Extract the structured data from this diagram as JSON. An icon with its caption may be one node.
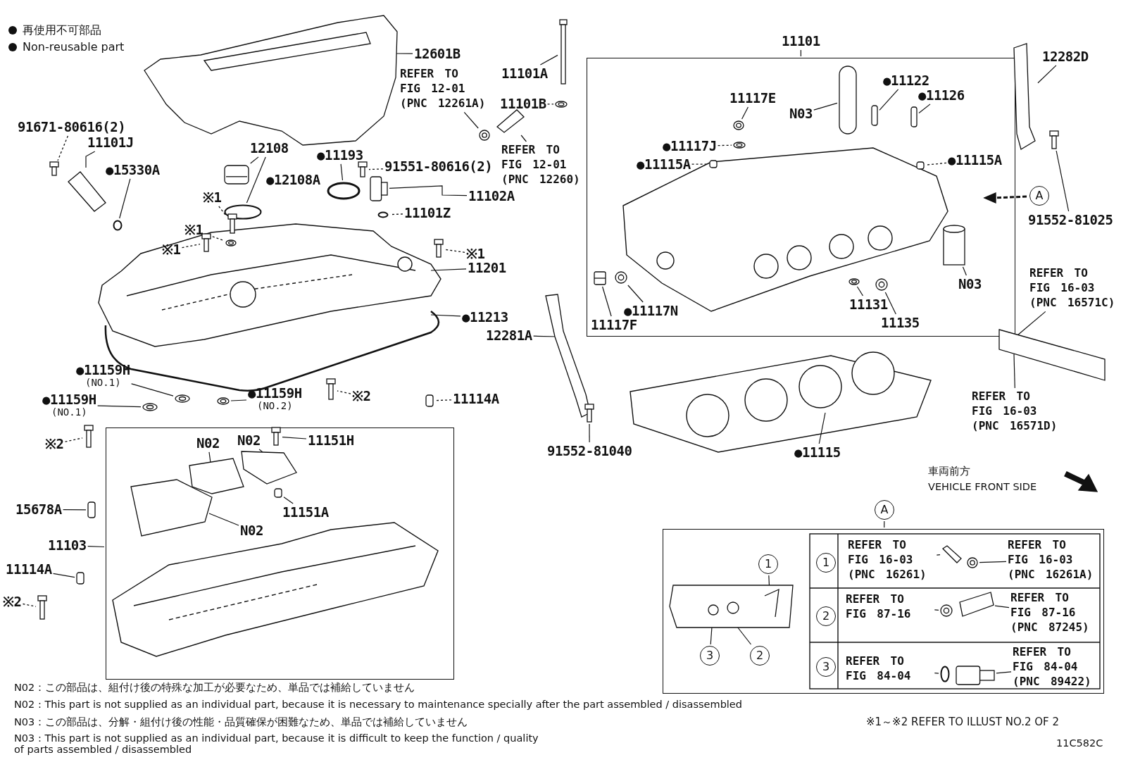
{
  "diagram": {
    "nodes": [
      {
        "text": [
          "12601B"
        ]
      },
      {
        "text": [
          "REFER TO FIG 12-01 (PNC 12261A)"
        ]
      },
      {
        "text": [
          "11101A"
        ]
      },
      {
        "text": [
          "11101B"
        ]
      },
      {
        "text": [
          "REFER TO FIG 12-01 (PNC 12260)"
        ]
      },
      {
        "text": [
          "91671-80616(2)"
        ]
      },
      {
        "text": [
          "11101J"
        ]
      },
      {
        "text": [
          "●15330A"
        ]
      },
      {
        "text": [
          "12108"
        ]
      },
      {
        "text": [
          "●12108A"
        ]
      },
      {
        "text": [
          "●11193"
        ]
      },
      {
        "text": [
          "91551-80616(2)"
        ]
      },
      {
        "text": [
          "11102A"
        ]
      },
      {
        "text": [
          "11101Z"
        ]
      },
      {
        "text": [
          "※1"
        ]
      },
      {
        "text": [
          "※1"
        ]
      },
      {
        "text": [
          "※1"
        ]
      },
      {
        "text": [
          "※1"
        ]
      },
      {
        "text": [
          "11201"
        ]
      },
      {
        "text": [
          "●11213"
        ]
      },
      {
        "text": [
          "12281A"
        ]
      },
      {
        "text": [
          "●11159H",
          "(NO.1)"
        ]
      },
      {
        "text": [
          "●11159H",
          "(NO.1)"
        ]
      },
      {
        "text": [
          "●11159H",
          "(NO.2)"
        ]
      },
      {
        "text": [
          "※2"
        ]
      },
      {
        "text": [
          "11114A"
        ]
      },
      {
        "text": [
          "※2"
        ]
      },
      {
        "text": [
          "15678A"
        ]
      },
      {
        "text": [
          "11103"
        ]
      },
      {
        "text": [
          "11114A"
        ]
      },
      {
        "text": [
          "※2"
        ]
      },
      {
        "text": [],
        "shape": "box"
      },
      {
        "text": [
          "N02"
        ],
        "in": 31
      },
      {
        "text": [
          "N02"
        ],
        "in": 31
      },
      {
        "text": [
          "11151H"
        ],
        "in": 31
      },
      {
        "text": [
          "11151A"
        ],
        "in": 31
      },
      {
        "text": [
          "N02"
        ],
        "in": 31
      },
      {
        "text": [
          "11101"
        ]
      },
      {
        "text": [],
        "shape": "box"
      },
      {
        "text": [
          "11117E"
        ],
        "in": 38
      },
      {
        "text": [
          "N03"
        ],
        "in": 38
      },
      {
        "text": [
          "●11122"
        ],
        "in": 38
      },
      {
        "text": [
          "●11126"
        ],
        "in": 38
      },
      {
        "text": [
          "●11117J"
        ],
        "in": 38
      },
      {
        "text": [
          "●11115A"
        ],
        "in": 38
      },
      {
        "text": [
          "●11115A"
        ],
        "in": 38
      },
      {
        "text": [
          "N03"
        ],
        "in": 38
      },
      {
        "text": [
          "11131"
        ],
        "in": 38
      },
      {
        "text": [
          "11135"
        ],
        "in": 38
      },
      {
        "text": [
          "●11117N"
        ],
        "in": 38
      },
      {
        "text": [
          "11117F"
        ],
        "in": 38
      },
      {
        "text": [
          "12282D"
        ]
      },
      {
        "text": [
          "A"
        ]
      },
      {
        "text": [
          "91552-81025"
        ]
      },
      {
        "text": [
          "REFER TO FIG 16-03 (PNC 16571C)"
        ]
      },
      {
        "text": [
          "REFER TO FIG 16-03 (PNC 16571D)"
        ]
      },
      {
        "text": [
          "91552-81040"
        ]
      },
      {
        "text": [
          "●11115"
        ]
      },
      {
        "text": [
          "A"
        ]
      },
      {
        "text": [],
        "shape": "box"
      },
      {
        "text": [
          "1"
        ],
        "in": 59
      },
      {
        "text": [
          "3"
        ],
        "in": 59
      },
      {
        "text": [
          "2"
        ],
        "in": 59
      },
      {
        "text": [
          "REFER TO FIG 16-03 (PNC 16261)"
        ],
        "in": 59
      },
      {
        "text": [
          "REFER TO FIG 16-03 (PNC 16261A)"
        ],
        "in": 59
      },
      {
        "text": [
          "REFER TO FIG 87-16"
        ],
        "in": 59
      },
      {
        "text": [
          "REFER TO FIG 87-16 (PNC 87245)"
        ],
        "in": 59
      },
      {
        "text": [
          "REFER TO FIG 84-04"
        ],
        "in": 59
      },
      {
        "text": [
          "REFER TO FIG 84-04 (PNC 89422)"
        ],
        "in": 59
      },
      {
        "text": [],
        "shape": "bolt"
      },
      {
        "text": [],
        "shape": "washer"
      },
      {
        "text": [],
        "shape": "clamp"
      },
      {
        "text": [],
        "shape": "hose"
      },
      {
        "text": [],
        "shape": "bolt"
      },
      {
        "text": [],
        "shape": "valve"
      },
      {
        "text": [],
        "shape": "ring"
      },
      {
        "text": [],
        "shape": "cap"
      },
      {
        "text": [],
        "shape": "ring"
      },
      {
        "text": [],
        "shape": "seal"
      },
      {
        "text": [],
        "shape": "bolt"
      },
      {
        "text": [],
        "shape": "sensor"
      },
      {
        "text": [],
        "shape": "ring"
      },
      {
        "text": [],
        "shape": "bolt"
      },
      {
        "text": [],
        "shape": "washer"
      },
      {
        "text": [],
        "shape": "bolt"
      },
      {
        "text": [],
        "shape": "bolt"
      },
      {
        "text": [],
        "shape": "washer"
      },
      {
        "text": [],
        "shape": "washer"
      },
      {
        "text": [],
        "shape": "washer"
      },
      {
        "text": [],
        "shape": "bolt"
      },
      {
        "text": [],
        "shape": "pin"
      },
      {
        "text": [],
        "shape": "bolt"
      },
      {
        "text": [],
        "shape": "pin"
      },
      {
        "text": [],
        "shape": "pin"
      },
      {
        "text": [],
        "shape": "bolt"
      },
      {
        "text": [],
        "shape": "bolt",
        "in": 31
      },
      {
        "text": [],
        "shape": "pin",
        "in": 31
      },
      {
        "text": [],
        "shape": "washer",
        "in": 38
      },
      {
        "text": [],
        "shape": "washer",
        "in": 38
      },
      {
        "text": [],
        "shape": "pin",
        "in": 38
      },
      {
        "text": [],
        "shape": "pin",
        "in": 38
      },
      {
        "text": [],
        "shape": "pipe",
        "in": 38
      },
      {
        "text": [],
        "shape": "pin",
        "in": 38
      },
      {
        "text": [],
        "shape": "pin",
        "in": 38
      },
      {
        "text": [],
        "shape": "sleeve",
        "in": 38
      },
      {
        "text": [],
        "shape": "washer",
        "in": 38
      },
      {
        "text": [],
        "shape": "washer",
        "in": 38
      },
      {
        "text": [],
        "shape": "plug",
        "in": 38
      },
      {
        "text": [],
        "shape": "washer",
        "in": 38
      },
      {
        "text": [],
        "shape": "bracket"
      },
      {
        "text": [],
        "shape": "bracket"
      },
      {
        "text": [],
        "shape": "bolt"
      },
      {
        "text": [],
        "shape": "hose"
      },
      {
        "text": [],
        "shape": "bolt"
      },
      {
        "text": [],
        "shape": "hose",
        "in": 59
      },
      {
        "text": [],
        "shape": "clamp",
        "in": 59
      },
      {
        "text": [],
        "shape": "clamp",
        "in": 59
      },
      {
        "text": [],
        "shape": "hose",
        "in": 59
      },
      {
        "text": [],
        "shape": "ring",
        "in": 59
      },
      {
        "text": [],
        "shape": "sensor",
        "in": 59
      },
      {
        "text": [
          "1"
        ],
        "in": 59
      },
      {
        "text": [
          "2"
        ],
        "in": 59
      },
      {
        "text": [
          "3"
        ],
        "in": 59
      },
      {
        "text": [],
        "shape": "block",
        "in": 31
      },
      {
        "text": [],
        "shape": "block",
        "in": 31
      },
      {
        "text": [],
        "shape": "block",
        "in": 31
      },
      {
        "text": [],
        "shape": "cover"
      },
      {
        "text": [],
        "shape": "engine",
        "in": 59
      }
    ],
    "edges": [
      {
        "from": 0,
        "to": 126,
        "arrow": "none"
      },
      {
        "from": 1,
        "to": 71,
        "arrow": "none"
      },
      {
        "from": 2,
        "to": 69,
        "arrow": "none"
      },
      {
        "from": 3,
        "to": 70,
        "arrow": "none",
        "style": "dashed"
      },
      {
        "from": 4,
        "to": 72,
        "arrow": "none"
      },
      {
        "from": 5,
        "to": 73,
        "arrow": "none",
        "style": "dashed"
      },
      {
        "from": 6,
        "to": 74,
        "arrow": "none"
      },
      {
        "from": 7,
        "to": 75,
        "arrow": "none"
      },
      {
        "from": 8,
        "to": 76,
        "arrow": "none"
      },
      {
        "from": 8,
        "to": 77,
        "arrow": "none"
      },
      {
        "from": 10,
        "to": 78,
        "arrow": "none"
      },
      {
        "from": 11,
        "to": 79,
        "arrow": "none",
        "style": "dashed"
      },
      {
        "from": 12,
        "to": 80,
        "arrow": "none"
      },
      {
        "from": 13,
        "to": 81,
        "arrow": "none",
        "style": "dashed"
      },
      {
        "from": 14,
        "to": 82,
        "arrow": "none",
        "style": "dashed"
      },
      {
        "from": 15,
        "to": 83,
        "arrow": "none",
        "style": "dashed"
      },
      {
        "from": 16,
        "to": 84,
        "arrow": "none",
        "style": "dashed"
      },
      {
        "from": 17,
        "to": 85,
        "arrow": "none",
        "style": "dashed"
      },
      {
        "from": 18,
        "to": null,
        "arrow": "none"
      },
      {
        "from": 19,
        "to": null,
        "arrow": "none"
      },
      {
        "from": 20,
        "to": 109,
        "arrow": "none"
      },
      {
        "from": 21,
        "to": 86,
        "arrow": "none"
      },
      {
        "from": 22,
        "to": 87,
        "arrow": "none"
      },
      {
        "from": 23,
        "to": 88,
        "arrow": "none"
      },
      {
        "from": 24,
        "to": 89,
        "arrow": "none",
        "style": "dashed"
      },
      {
        "from": 25,
        "to": 90,
        "arrow": "none",
        "style": "dashed"
      },
      {
        "from": 26,
        "to": 91,
        "arrow": "none",
        "style": "dashed"
      },
      {
        "from": 27,
        "to": 92,
        "arrow": "none"
      },
      {
        "from": 28,
        "to": 31,
        "arrow": "none"
      },
      {
        "from": 29,
        "to": 93,
        "arrow": "none"
      },
      {
        "from": 30,
        "to": 94,
        "arrow": "none",
        "style": "dashed"
      },
      {
        "from": 32,
        "to": 124,
        "arrow": "none"
      },
      {
        "from": 33,
        "to": 125,
        "arrow": "none"
      },
      {
        "from": 34,
        "to": 95,
        "arrow": "none"
      },
      {
        "from": 35,
        "to": 96,
        "arrow": "none"
      },
      {
        "from": 36,
        "to": 123,
        "arrow": "none"
      },
      {
        "from": 37,
        "to": 38,
        "arrow": "none"
      },
      {
        "from": 39,
        "to": 97,
        "arrow": "none"
      },
      {
        "from": 40,
        "to": 101,
        "arrow": "none"
      },
      {
        "from": 41,
        "to": 102,
        "arrow": "none"
      },
      {
        "from": 42,
        "to": 103,
        "arrow": "none"
      },
      {
        "from": 43,
        "to": 98,
        "arrow": "none",
        "style": "dashed"
      },
      {
        "from": 44,
        "to": 99,
        "arrow": "none",
        "style": "dashed"
      },
      {
        "from": 45,
        "to": 100,
        "arrow": "none",
        "style": "dashed"
      },
      {
        "from": 46,
        "to": 104,
        "arrow": "none"
      },
      {
        "from": 47,
        "to": 105,
        "arrow": "none"
      },
      {
        "from": 48,
        "to": 106,
        "arrow": "none"
      },
      {
        "from": 49,
        "to": 108,
        "arrow": "none"
      },
      {
        "from": 50,
        "to": 107,
        "arrow": "none"
      },
      {
        "from": 51,
        "to": 110,
        "arrow": "none"
      },
      {
        "from": 53,
        "to": 111,
        "arrow": "none"
      },
      {
        "from": 54,
        "to": 112,
        "arrow": "none"
      },
      {
        "from": 55,
        "to": 112,
        "arrow": "none"
      },
      {
        "from": 56,
        "to": 113,
        "arrow": "none"
      },
      {
        "from": 57,
        "to": null,
        "arrow": "none"
      },
      {
        "from": 58,
        "to": 59,
        "arrow": "none"
      },
      {
        "from": 60,
        "to": 127,
        "arrow": "none"
      },
      {
        "from": 61,
        "to": 127,
        "arrow": "none"
      },
      {
        "from": 62,
        "to": 127,
        "arrow": "none"
      },
      {
        "from": 63,
        "to": 114,
        "arrow": "none"
      },
      {
        "from": 64,
        "to": 115,
        "arrow": "none"
      },
      {
        "from": 65,
        "to": 116,
        "arrow": "none"
      },
      {
        "from": 66,
        "to": 117,
        "arrow": "none"
      },
      {
        "from": 67,
        "to": 118,
        "arrow": "none"
      },
      {
        "from": 68,
        "to": 119,
        "arrow": "none"
      }
    ],
    "labels": [
      "車両前方",
      "VEHICLE FRONT SIDE",
      "N02：この部品は、組付け後の特殊な加工が必要なため、単品では補給していません",
      "N02 : This part is not supplied as an individual part, because it is necessary to maintenance specially after the part assembled / disassembled",
      "N03：この部品は、分解・組付け後の性能・品質確保が困難なため、単品では補給していません",
      "N03 : This part is not supplied as an individual part, because it is difficult to keep the function / quality of parts assembled / disassembled",
      "※1～※2 REFER TO ILLUST NO.2 OF 2",
      "11C582C"
    ],
    "legend": [
      {
        "text": "再使用不可部品"
      },
      {
        "text": "Non-reusable part"
      }
    ]
  }
}
